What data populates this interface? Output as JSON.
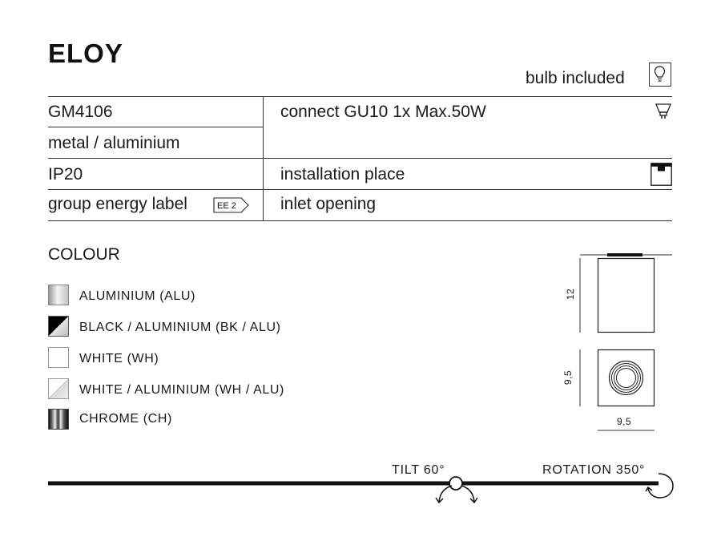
{
  "product": {
    "name": "ELOY",
    "bulb_note": "bulb included"
  },
  "specs": {
    "code": "GM4106",
    "material": "metal / aluminium",
    "ip": "IP20",
    "energy_label": "group energy label",
    "energy_badge": "EE 2",
    "connect": "connect GU10 1x Max.50W",
    "installation_place": "installation place",
    "inlet_opening": "inlet opening"
  },
  "colour": {
    "heading": "COLOUR",
    "options": [
      {
        "label": "ALUMINIUM (ALU)",
        "swatch": "aluminium"
      },
      {
        "label": "BLACK / ALUMINIUM (BK / ALU)",
        "swatch": "black-aluminium"
      },
      {
        "label": "WHITE (WH)",
        "swatch": "white"
      },
      {
        "label": "WHITE / ALUMINIUM (WH / ALU)",
        "swatch": "white-aluminium"
      },
      {
        "label": "CHROME (CH)",
        "swatch": "chrome"
      }
    ]
  },
  "dimensions": {
    "height": "12",
    "depth": "9,5",
    "width": "9,5"
  },
  "motion": {
    "tilt": "TILT 60°",
    "rotation": "ROTATION 350°"
  },
  "icons": [
    "lightbulb-icon",
    "gu10-socket-icon",
    "ceiling-surface-icon",
    "energy-arrow-icon",
    "tilt-arrows-icon",
    "rotation-arrow-icon"
  ]
}
